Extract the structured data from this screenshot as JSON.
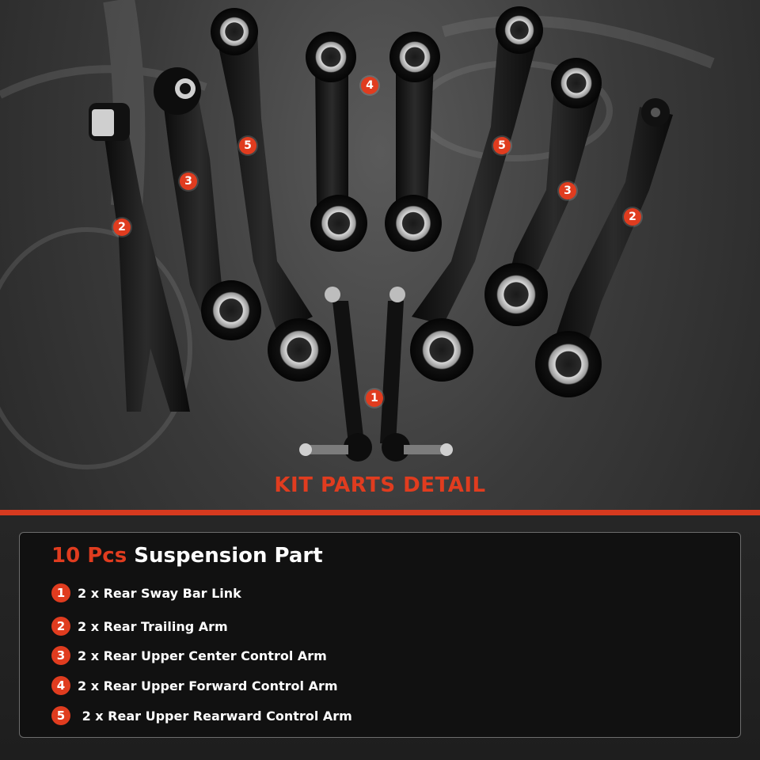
{
  "colors": {
    "accent": "#e03c1f",
    "panel_bg": "#111111",
    "text": "#ffffff"
  },
  "photo": {
    "subject": "suspension control arms kit",
    "markers": [
      "2",
      "3",
      "5",
      "4",
      "5",
      "3",
      "2",
      "1"
    ]
  },
  "kit_title": "KIT PARTS DETAIL",
  "panel": {
    "count": "10 Pcs",
    "heading": "Suspension Part",
    "items": [
      {
        "num": "1",
        "text": "2 x Rear Sway Bar Link"
      },
      {
        "num": "2",
        "text": "2 x Rear Trailing Arm"
      },
      {
        "num": "3",
        "text": "2 x Rear Upper Center Control Arm"
      },
      {
        "num": "4",
        "text": "2 x Rear Upper Forward Control Arm"
      },
      {
        "num": "5",
        "text": " 2 x Rear Upper Rearward Control Arm"
      }
    ]
  }
}
